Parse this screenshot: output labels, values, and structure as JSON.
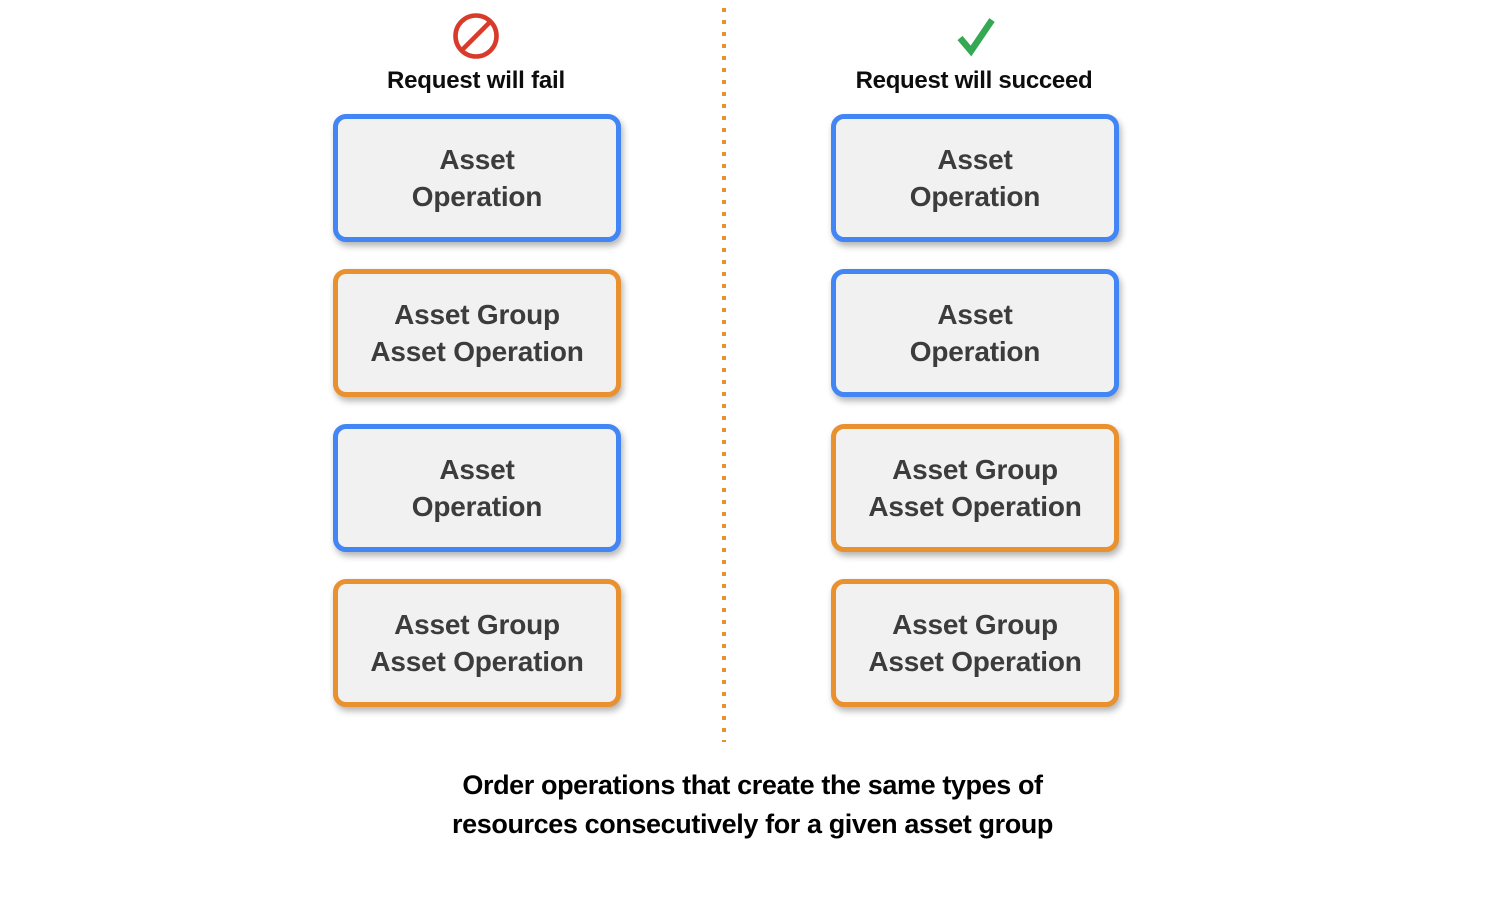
{
  "colors": {
    "blue": "#4285F4",
    "orange": "#E8912E",
    "red": "#D93B2B",
    "green": "#34A853",
    "box_fill": "#F1F1F1",
    "box_text": "#3C3C3C",
    "caption_text": "#000000",
    "divider": "#E8912E"
  },
  "columns": [
    {
      "id": "fail",
      "icon": "prohibited-icon",
      "header": "Request will fail",
      "boxes": [
        {
          "type": "blue",
          "label": "Asset\nOperation"
        },
        {
          "type": "orange",
          "label": "Asset Group\nAsset Operation"
        },
        {
          "type": "blue",
          "label": "Asset\nOperation"
        },
        {
          "type": "orange",
          "label": "Asset Group\nAsset Operation"
        }
      ]
    },
    {
      "id": "succeed",
      "icon": "checkmark-icon",
      "header": "Request will succeed",
      "boxes": [
        {
          "type": "blue",
          "label": "Asset\nOperation"
        },
        {
          "type": "blue",
          "label": "Asset\nOperation"
        },
        {
          "type": "orange",
          "label": "Asset Group\nAsset Operation"
        },
        {
          "type": "orange",
          "label": "Asset Group\nAsset Operation"
        }
      ]
    }
  ],
  "caption": "Order operations that create the same types of\nresources consecutively for a given asset group"
}
